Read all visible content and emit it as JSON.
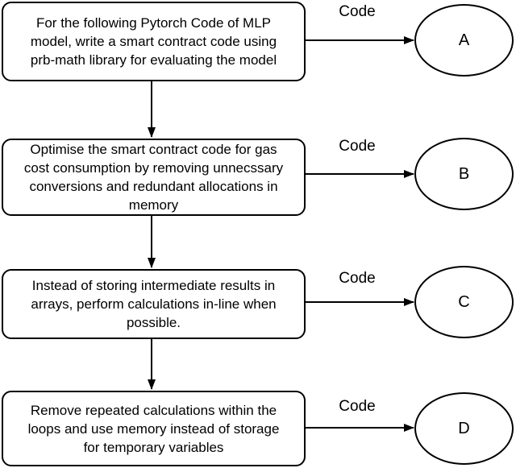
{
  "diagram": {
    "type": "flowchart",
    "background_color": "#ffffff",
    "stroke_color": "#000000",
    "text_color": "#000000",
    "rows": [
      {
        "box_text": "For the following Pytorch Code of MLP\nmodel, write a smart contract code using\nprb-math library for evaluating the model",
        "edge_label": "Code",
        "node_label": "A"
      },
      {
        "box_text": "Optimise the smart contract code for gas\ncost consumption by removing unnecssary\nconversions and redundant allocations in\nmemory",
        "edge_label": "Code",
        "node_label": "B"
      },
      {
        "box_text": "Instead of storing intermediate results in\narrays, perform calculations in-line when\npossible.",
        "edge_label": "Code",
        "node_label": "C"
      },
      {
        "box_text": "Remove repeated calculations within the\nloops and use memory instead of storage\nfor temporary variables",
        "edge_label": "Code",
        "node_label": "D"
      }
    ]
  }
}
